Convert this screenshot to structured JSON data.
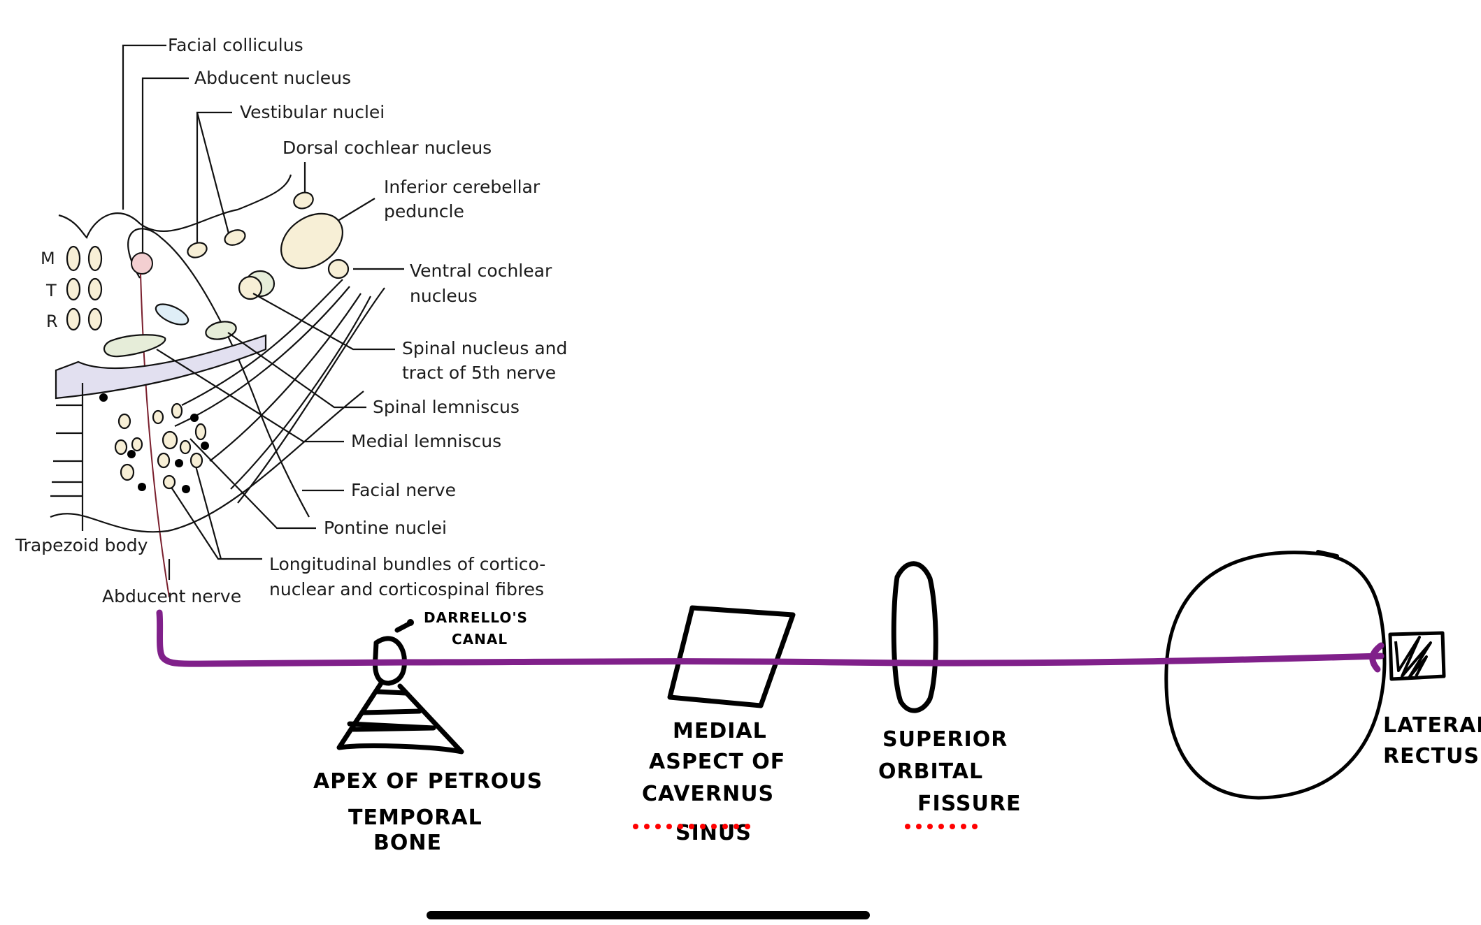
{
  "figure": {
    "labels": {
      "facial_colliculus": "Facial colliculus",
      "abducent_nucleus": "Abducent nucleus",
      "vestibular_nuclei": "Vestibular nuclei",
      "dorsal_cochlear_nucleus": "Dorsal cochlear nucleus",
      "inferior_cerebellar_line1": "Inferior cerebellar",
      "inferior_cerebellar_line2": "peduncle",
      "ventral_cochlear_line1": "Ventral cochlear",
      "ventral_cochlear_line2": "nucleus",
      "spinal_nucleus_line1": "Spinal nucleus and",
      "spinal_nucleus_line2": "tract of 5th nerve",
      "spinal_lemniscus": "Spinal lemniscus",
      "medial_lemniscus": "Medial lemniscus",
      "facial_nerve": "Facial nerve",
      "pontine_nuclei": "Pontine nuclei",
      "longitudinal_line1": "Longitudinal bundles of cortico-",
      "longitudinal_line2": "nuclear and corticospinal fibres",
      "trapezoid_body": "Trapezoid body",
      "abducent_nerve": "Abducent nerve",
      "mtr": [
        "M",
        "T",
        "R"
      ]
    }
  },
  "annotations": {
    "nerve_color": "#80208a",
    "dots_color": "#ff0000",
    "dorello_line1": "DARRELLO'S",
    "dorello_line2": "CANAL",
    "apex_line1": "APEX OF PETROUS",
    "apex_line2": "TEMPORAL",
    "apex_line3": "BONE",
    "cavernous_line1": "MEDIAL",
    "cavernous_line2": "ASPECT OF",
    "cavernous_line3": "CAVERNUS",
    "cavernous_line4": "SINUS",
    "sof_line1": "SUPERIOR",
    "sof_line2": "ORBITAL",
    "sof_line3": "FISSURE",
    "lateral_line1": "LATERAL",
    "lateral_line2": "RECTUS"
  }
}
